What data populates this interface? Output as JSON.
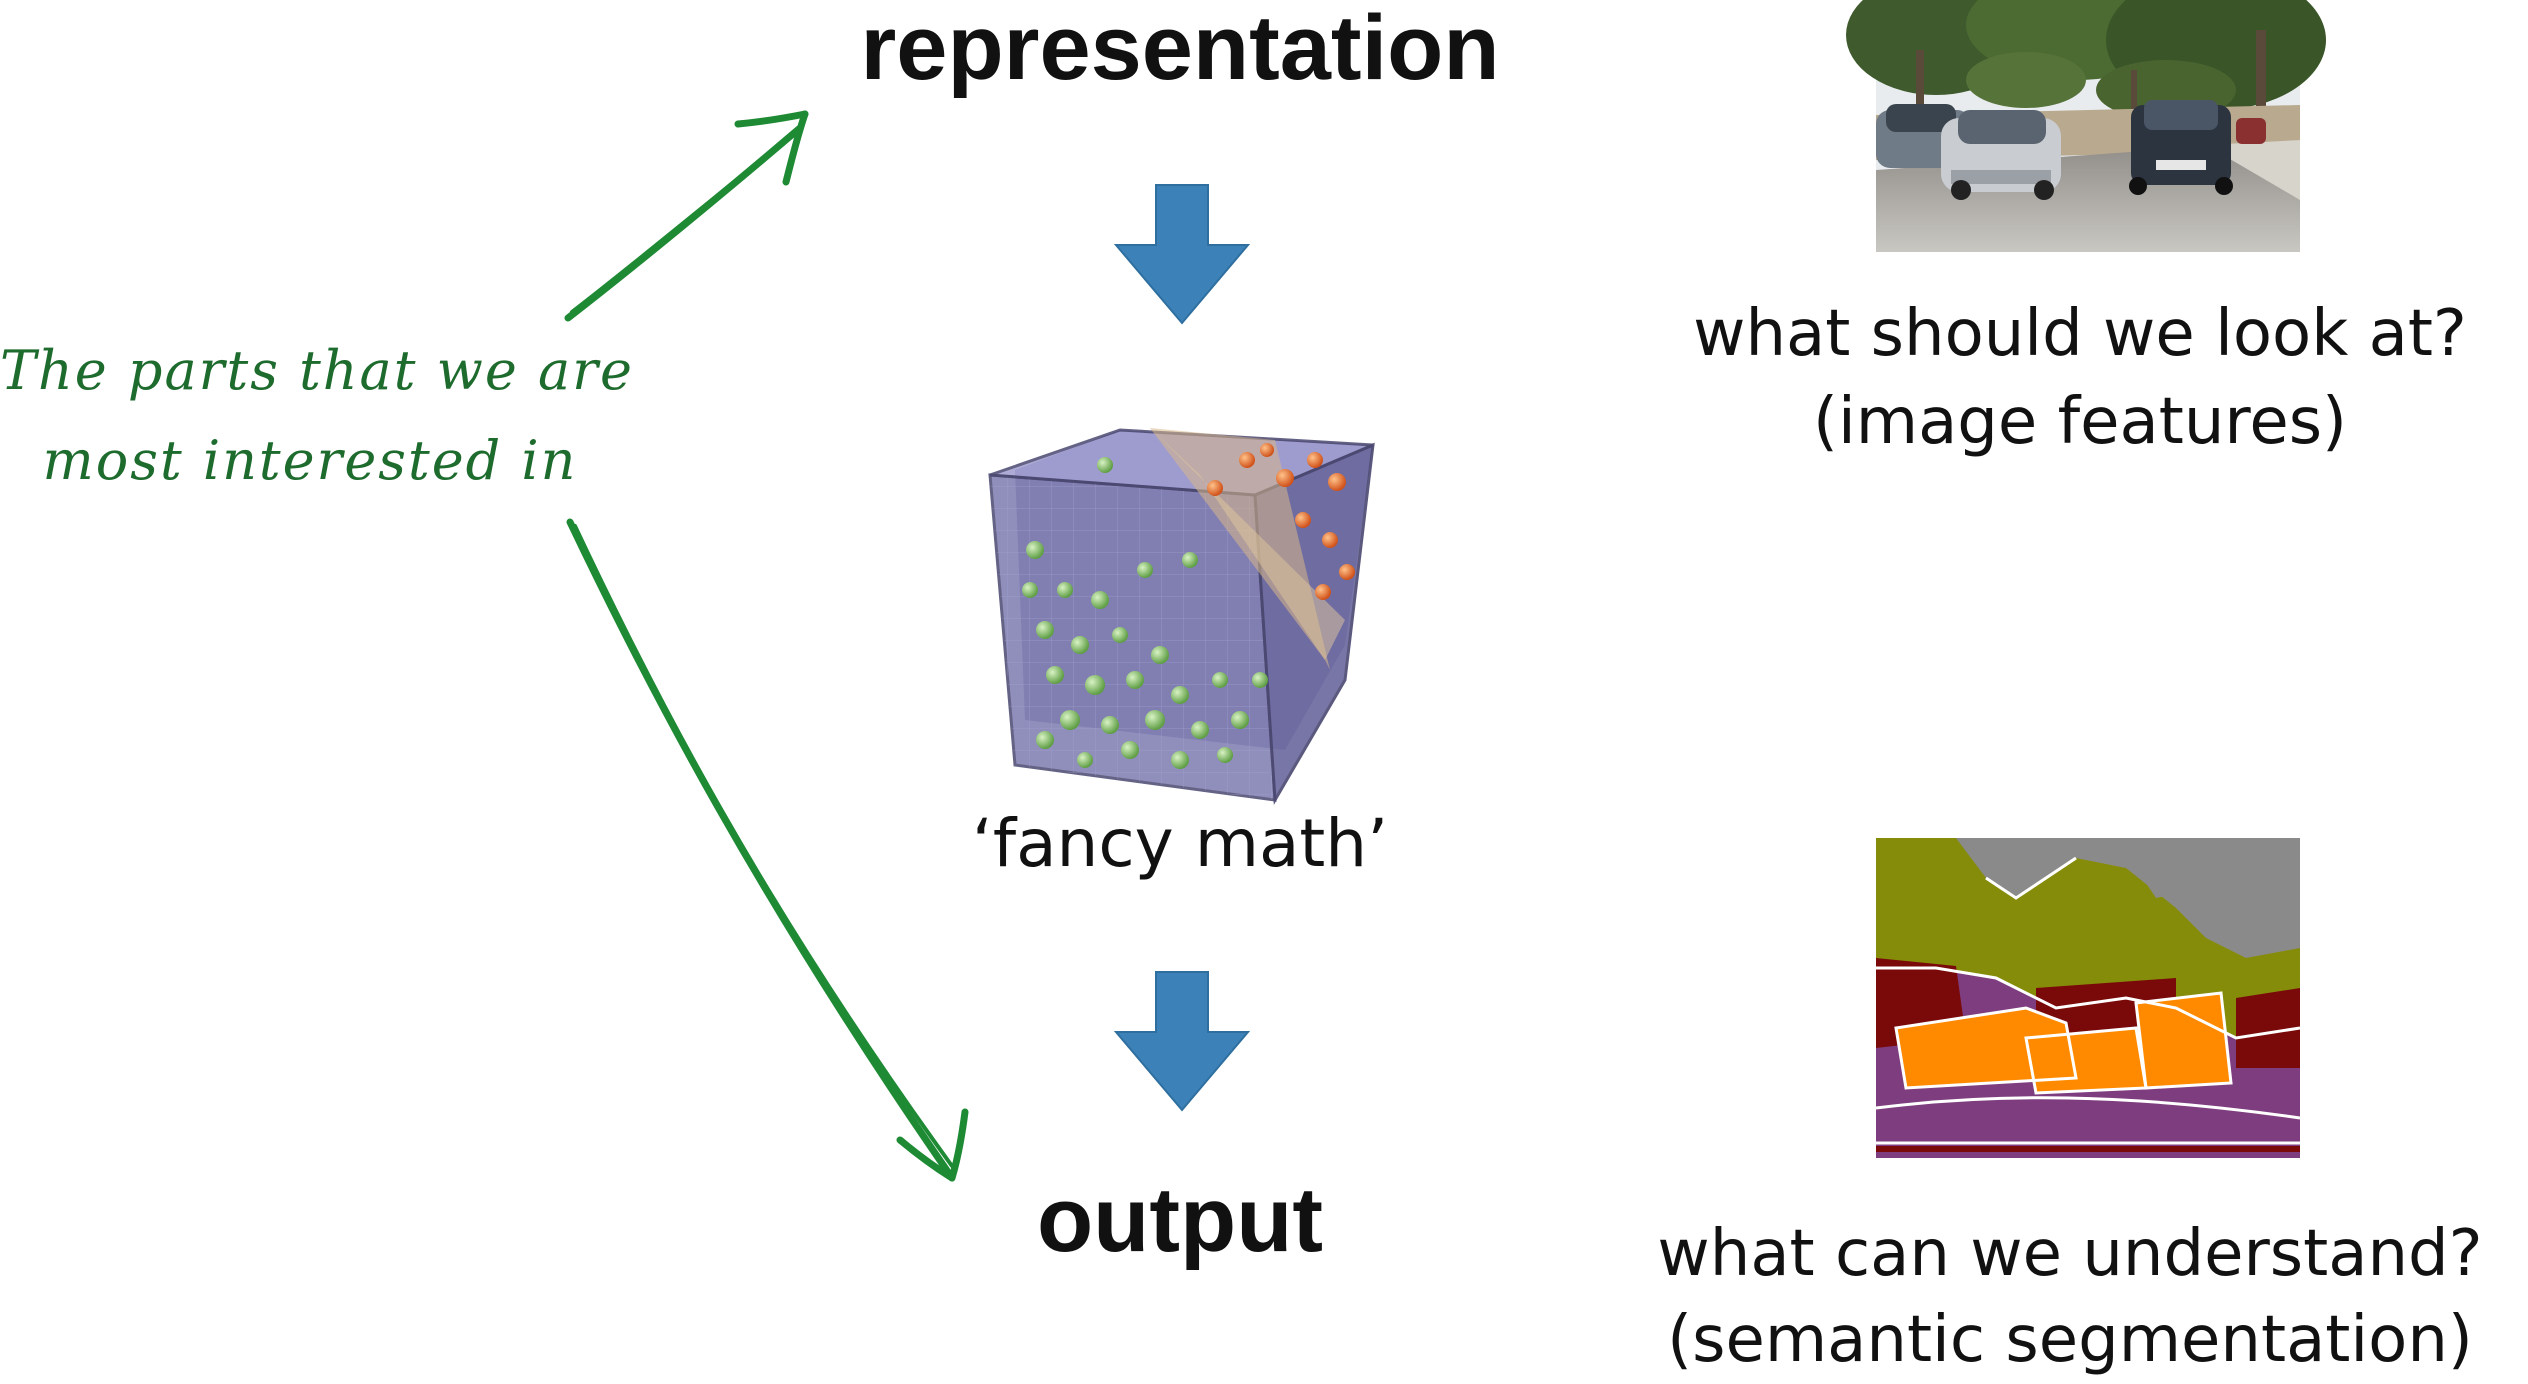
{
  "diagram": {
    "representation_label": "representation",
    "fancy_math_label": "‘fancy math’",
    "output_label": "output",
    "annotation": {
      "line1": "The parts that we are",
      "line2": "most interested in"
    },
    "features": {
      "question": "what should we look at?",
      "subtitle": "(image features)"
    },
    "segmentation": {
      "question": "what can we understand?",
      "subtitle": "(semantic segmentation)"
    }
  },
  "colors": {
    "flow_arrow": "#3c82b9",
    "annotation_ink": "#1e8a34",
    "cube_face": "#7d7bb0",
    "sphere_green": "#8fc96e",
    "sphere_orange": "#e8722a",
    "seg_olive": "#858c0a",
    "seg_orange": "#ff8a00",
    "seg_purple": "#7e3d7e",
    "seg_maroon": "#7a0a0a",
    "seg_gray": "#8a8a8a"
  },
  "icons": {
    "flow_arrow": "down-arrow-icon",
    "annotation_arrow": "hand-drawn-arrow-icon"
  }
}
